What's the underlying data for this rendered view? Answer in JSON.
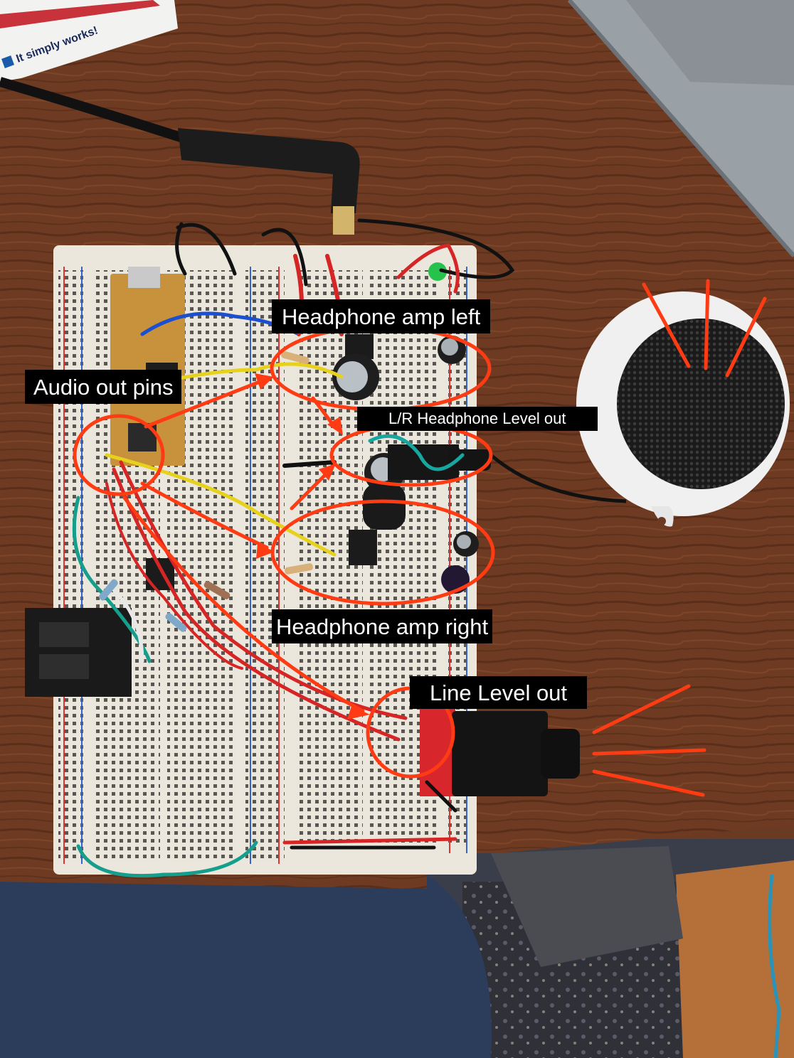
{
  "annotations": {
    "headphone_amp_left": "Headphone amp left",
    "audio_out_pins": "Audio out pins",
    "lr_headphone_level_out": "L/R Headphone Level out",
    "headphone_amp_right": "Headphone amp right",
    "line_level_out": "Line Level out"
  },
  "box_text": "It simply works!",
  "colors": {
    "annotation": "#ff3b14",
    "label_bg": "#000000",
    "label_text": "#ffffff",
    "desk": "#6b3a22"
  }
}
